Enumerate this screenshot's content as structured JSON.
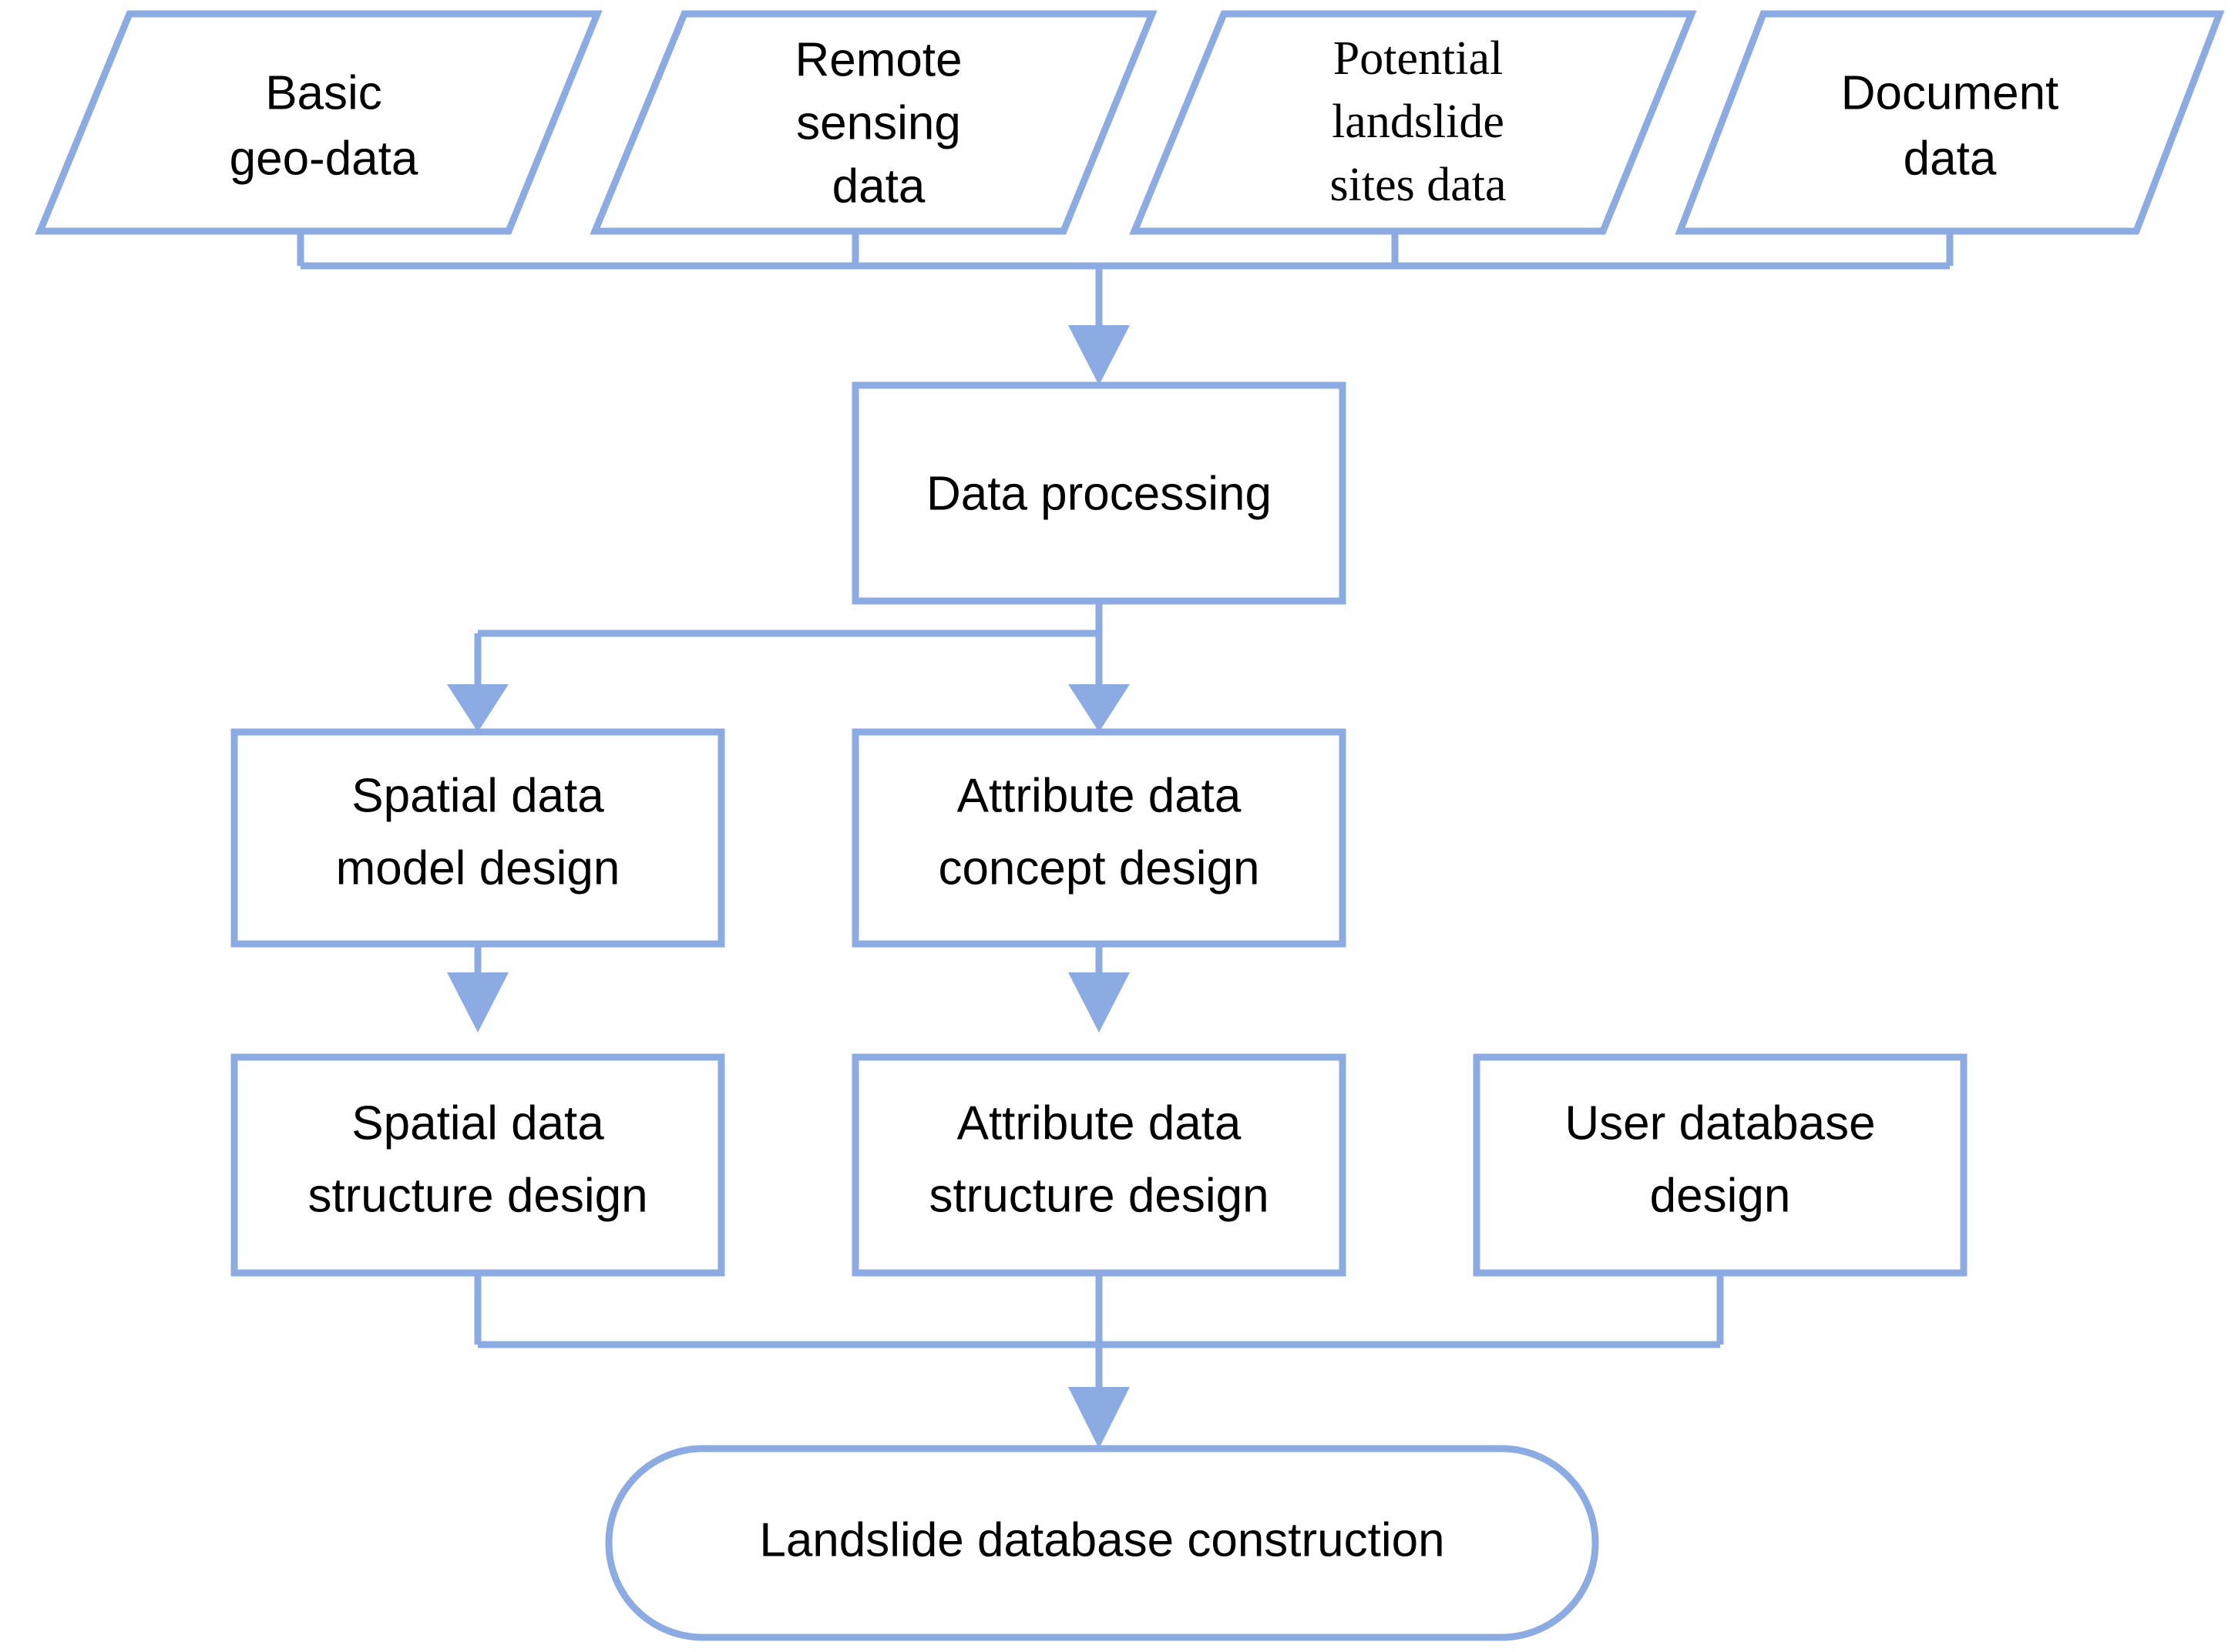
{
  "diagram": {
    "title": "Landslide database construction flowchart",
    "accent_color": "#8CABE2",
    "text_color": "#000000",
    "background_color": "#ffffff",
    "inputs": [
      {
        "id": "basic-geo-data",
        "shape": "parallelogram",
        "lines": [
          "Basic",
          "geo-data"
        ]
      },
      {
        "id": "remote-sensing-data",
        "shape": "parallelogram",
        "lines": [
          "Remote",
          "sensing",
          "data"
        ]
      },
      {
        "id": "potential-landslide-sites-data",
        "shape": "parallelogram",
        "lines": [
          "Potential",
          "landslide",
          "sites data"
        ]
      },
      {
        "id": "document-data",
        "shape": "parallelogram",
        "lines": [
          "Document",
          "data"
        ]
      }
    ],
    "processes": [
      {
        "id": "data-processing",
        "shape": "rectangle",
        "lines": [
          "Data processing"
        ]
      },
      {
        "id": "spatial-data-model-design",
        "shape": "rectangle",
        "lines": [
          "Spatial data",
          "model design"
        ]
      },
      {
        "id": "attribute-data-concept-design",
        "shape": "rectangle",
        "lines": [
          "Attribute data",
          "concept design"
        ]
      },
      {
        "id": "spatial-data-structure-design",
        "shape": "rectangle",
        "lines": [
          "Spatial data",
          "structure design"
        ]
      },
      {
        "id": "attribute-data-structure-design",
        "shape": "rectangle",
        "lines": [
          "Attribute data",
          "structure design"
        ]
      },
      {
        "id": "user-database-design",
        "shape": "rectangle",
        "lines": [
          "User database",
          "design"
        ]
      }
    ],
    "terminal": {
      "id": "landslide-database-construction",
      "shape": "rounded-rectangle",
      "lines": [
        "Landslide database construction"
      ]
    },
    "labels": {
      "basic_l1": "Basic",
      "basic_l2": "geo-data",
      "remote_l1": "Remote",
      "remote_l2": "sensing",
      "remote_l3": "data",
      "potential_l1": "Potential",
      "potential_l2": "landslide",
      "potential_l3": "sites data",
      "document_l1": "Document",
      "document_l2": "data",
      "data_processing": "Data processing",
      "spatial_model_l1": "Spatial data",
      "spatial_model_l2": "model design",
      "attribute_concept_l1": "Attribute data",
      "attribute_concept_l2": "concept design",
      "spatial_structure_l1": "Spatial data",
      "spatial_structure_l2": "structure design",
      "attribute_structure_l1": "Attribute data",
      "attribute_structure_l2": "structure design",
      "user_db_l1": "User database",
      "user_db_l2": "design",
      "terminal_text": "Landslide database construction"
    },
    "edges": [
      {
        "id": "edge-inputs-to-data-processing",
        "from": "inputs",
        "to": "data-processing",
        "arrow": true
      },
      {
        "id": "edge-data-processing-to-spatial-model",
        "from": "data-processing",
        "to": "spatial-data-model-design",
        "arrow": true
      },
      {
        "id": "edge-data-processing-to-attribute-concept",
        "from": "data-processing",
        "to": "attribute-data-concept-design",
        "arrow": true
      },
      {
        "id": "edge-spatial-model-to-spatial-structure",
        "from": "spatial-data-model-design",
        "to": "spatial-data-structure-design",
        "arrow": true
      },
      {
        "id": "edge-attribute-concept-to-attribute-structure",
        "from": "attribute-data-concept-design",
        "to": "attribute-data-structure-design",
        "arrow": true
      },
      {
        "id": "edge-designs-to-terminal",
        "from": "bottom-row",
        "to": "landslide-database-construction",
        "arrow": true
      }
    ]
  }
}
